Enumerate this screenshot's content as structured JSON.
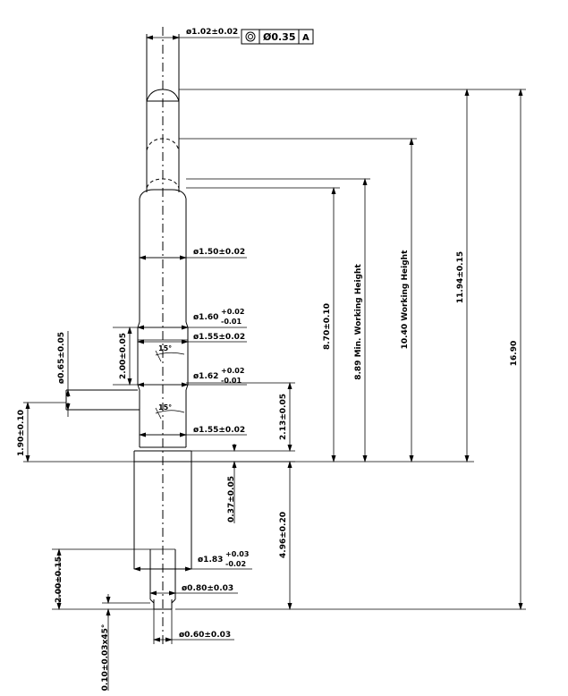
{
  "top_dia": "ø1.02±0.02",
  "tolerance": {
    "value": "Ø0.35",
    "datum": "A"
  },
  "overall_length": "16.90",
  "height_11_94": "11.94±0.15",
  "working_height_10_40": "10.40 Working Height",
  "working_height_8_89": "8.89 Min. Working Height",
  "height_8_70": "8.70±0.10",
  "barrel_dia_1_50": "ø1.50±0.02",
  "dia_1_60": {
    "base": "ø1.60",
    "plus": "+0.02",
    "minus": "-0.01"
  },
  "dia_1_55_upper": "ø1.55±0.02",
  "groove_len": "2.00±0.05",
  "angle_label": "15°",
  "dia_1_62": {
    "base": "ø1.62",
    "plus": "+0.02",
    "minus": "-0.01"
  },
  "side_pin_dia": "ø0.65±0.05",
  "len_2_13": "2.13±0.05",
  "dia_1_55_lower": "ø1.55±0.02",
  "len_1_90": "1.90±0.10",
  "len_0_37": "0.37±0.05",
  "len_4_96": "4.96±0.20",
  "dia_1_83": {
    "base": "ø1.83",
    "plus": "+0.03",
    "minus": "-0.02"
  },
  "len_2_00_lower": "2.00±0.15",
  "dia_0_80": "ø0.80±0.03",
  "chamfer": "0.10±0.03x45°",
  "dia_0_60": "ø0.60±0.03"
}
